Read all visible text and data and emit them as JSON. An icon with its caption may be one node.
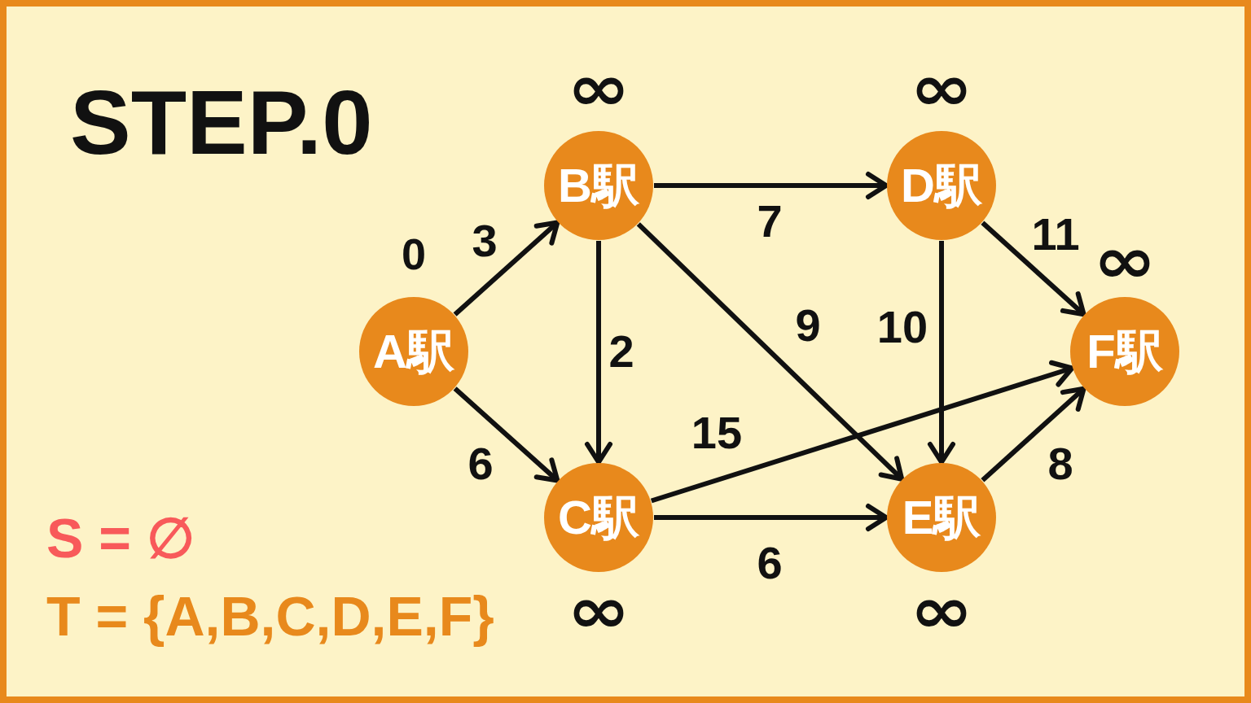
{
  "diagram": {
    "title": "STEP.0",
    "nodes": [
      {
        "text": [
          "A駅"
        ],
        "beside": [
          "0"
        ]
      },
      {
        "text": [
          "B駅"
        ],
        "beside": [
          "∞"
        ]
      },
      {
        "text": [
          "C駅"
        ],
        "beside": [
          "∞"
        ]
      },
      {
        "text": [
          "D駅"
        ],
        "beside": [
          "∞"
        ]
      },
      {
        "text": [
          "E駅"
        ],
        "beside": [
          "∞"
        ]
      },
      {
        "text": [
          "F駅"
        ],
        "beside": [
          "∞"
        ]
      }
    ],
    "edges": [
      {
        "from": 0,
        "to": 1,
        "arrow": "to",
        "label": "3"
      },
      {
        "from": 0,
        "to": 2,
        "arrow": "to",
        "label": "6"
      },
      {
        "from": 1,
        "to": 3,
        "arrow": "to",
        "label": "7"
      },
      {
        "from": 1,
        "to": 2,
        "arrow": "to",
        "label": "2"
      },
      {
        "from": 1,
        "to": 4,
        "arrow": "to",
        "label": "9"
      },
      {
        "from": 3,
        "to": 5,
        "arrow": "to",
        "label": "11"
      },
      {
        "from": 3,
        "to": 4,
        "arrow": "to",
        "label": "10"
      },
      {
        "from": 2,
        "to": 5,
        "arrow": "to",
        "label": "15"
      },
      {
        "from": 2,
        "to": 4,
        "arrow": "to",
        "label": "6"
      },
      {
        "from": 4,
        "to": 5,
        "arrow": "to",
        "label": "8"
      }
    ],
    "labels": [
      "S = ∅",
      "T = {A,B,C,D,E,F}"
    ]
  }
}
